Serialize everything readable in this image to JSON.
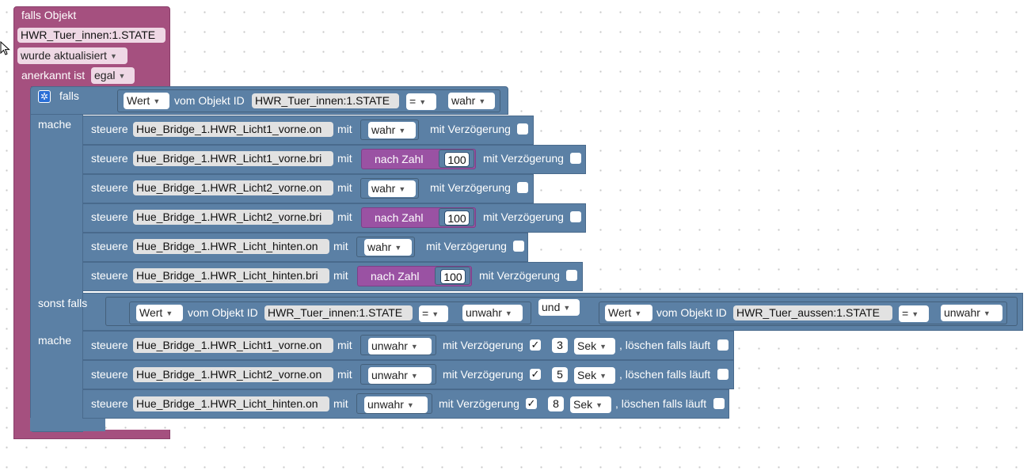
{
  "trigger": {
    "title": "falls Objekt",
    "object_id": "HWR_Tuer_innen:1.STATE",
    "event": "wurde aktualisiert",
    "ack_label": "anerkannt ist",
    "ack_value": "egal"
  },
  "if_block": {
    "falls_label": "falls",
    "mache_label": "mache",
    "sonst_falls_label": "sonst falls"
  },
  "condition1": {
    "prop": "Wert",
    "vom_label": "vom Objekt ID",
    "object": "HWR_Tuer_innen:1.STATE",
    "op": "=",
    "value": "wahr"
  },
  "condition2": {
    "left": {
      "prop": "Wert",
      "vom_label": "vom Objekt ID",
      "object": "HWR_Tuer_innen:1.STATE",
      "op": "=",
      "value": "unwahr"
    },
    "and_label": "und",
    "right": {
      "prop": "Wert",
      "vom_label": "vom Objekt ID",
      "object": "HWR_Tuer_aussen:1.STATE",
      "op": "=",
      "value": "unwahr"
    }
  },
  "labels": {
    "steuere": "steuere",
    "mit": "mit",
    "mit_verzoegerung": "mit Verzögerung",
    "nach_zahl": "nach Zahl",
    "loeschen": ", löschen falls läuft",
    "check": "✓"
  },
  "actions1": [
    {
      "id": "Hue_Bridge_1.HWR_Licht1_vorne.on",
      "value": "wahr"
    },
    {
      "id": "Hue_Bridge_1.HWR_Licht1_vorne.bri",
      "number": "100"
    },
    {
      "id": "Hue_Bridge_1.HWR_Licht2_vorne.on",
      "value": "wahr"
    },
    {
      "id": "Hue_Bridge_1.HWR_Licht2_vorne.bri",
      "number": "100"
    },
    {
      "id": "Hue_Bridge_1.HWR_Licht_hinten.on",
      "value": "wahr"
    },
    {
      "id": "Hue_Bridge_1.HWR_Licht_hinten.bri",
      "number": "100"
    }
  ],
  "actions2": [
    {
      "id": "Hue_Bridge_1.HWR_Licht1_vorne.on",
      "value": "unwahr",
      "delay": "3",
      "unit": "Sek"
    },
    {
      "id": "Hue_Bridge_1.HWR_Licht2_vorne.on",
      "value": "unwahr",
      "delay": "5",
      "unit": "Sek"
    },
    {
      "id": "Hue_Bridge_1.HWR_Licht_hinten.on",
      "value": "unwahr",
      "delay": "8",
      "unit": "Sek"
    }
  ]
}
